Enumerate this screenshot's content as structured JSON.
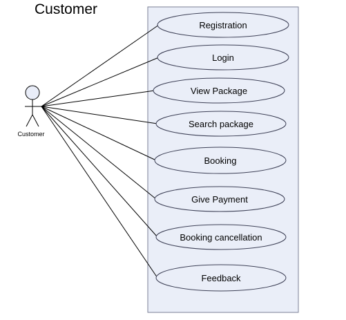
{
  "title": "Customer",
  "actor": {
    "name": "Customer"
  },
  "use_cases": [
    {
      "id": "registration",
      "label": "Registration"
    },
    {
      "id": "login",
      "label": "Login"
    },
    {
      "id": "view-package",
      "label": "View Package"
    },
    {
      "id": "search-package",
      "label": "Search package"
    },
    {
      "id": "booking",
      "label": "Booking"
    },
    {
      "id": "give-payment",
      "label": "Give Payment"
    },
    {
      "id": "booking-cancellation",
      "label": "Booking cancellation"
    },
    {
      "id": "feedback",
      "label": "Feedback"
    }
  ],
  "colors": {
    "system_fill": "#eaeef8",
    "system_stroke": "#7a7f95",
    "usecase_fill": "#eaeef8",
    "usecase_stroke": "#3c3f55",
    "actor_fill": "#e9edf8",
    "line": "#000000"
  }
}
